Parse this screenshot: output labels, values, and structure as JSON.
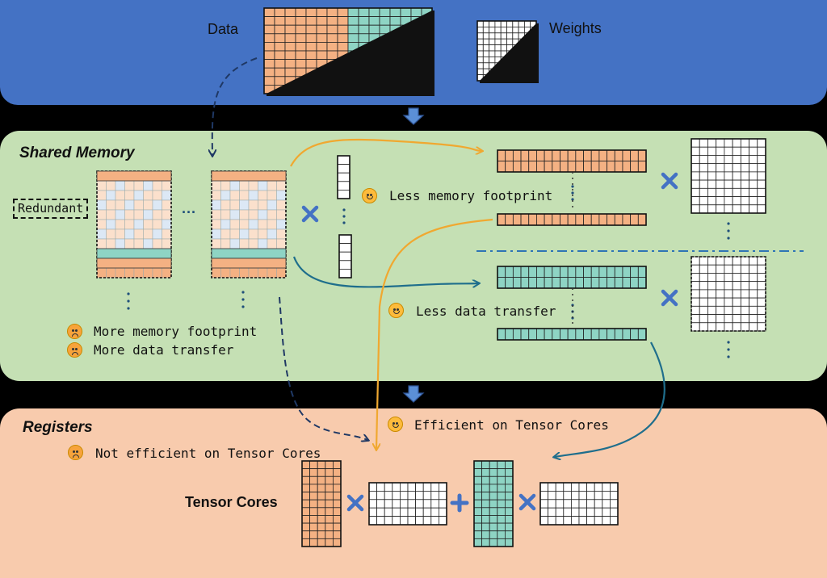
{
  "sections": {
    "global": {
      "title": ""
    },
    "shared": {
      "title": "Shared Memory"
    },
    "registers": {
      "title": "Registers"
    }
  },
  "labels": {
    "data": "Data",
    "weights": "Weights",
    "redundant": "Redundant",
    "ellipsis_h": "···",
    "tensor_cores": "Tensor Cores"
  },
  "notes": {
    "less_memory": "Less memory footprint",
    "less_transfer": "Less data transfer",
    "more_memory": "More memory footprint",
    "more_transfer": "More data transfer",
    "efficient": "Efficient on Tensor Cores",
    "not_efficient": "Not efficient on Tensor Cores"
  },
  "icons": {
    "down_arrow": "down-arrow-icon",
    "times": "multiply-icon",
    "plus": "plus-icon",
    "happy": "smiling-face-icon",
    "sad": "frowning-face-icon"
  },
  "colors": {
    "global_bg": "#4472c4",
    "shared_bg": "#c5e0b4",
    "registers_bg": "#f8cbad",
    "orange_cell": "#f4b183",
    "teal_cell": "#8ed4c4",
    "orange_light": "#fbe0cc",
    "blue_light": "#dce8f5",
    "operator_blue": "#4472c4",
    "orange_arrow": "#f0a830",
    "teal_arrow": "#1f6e8c",
    "navy_arrow": "#1f3864"
  }
}
